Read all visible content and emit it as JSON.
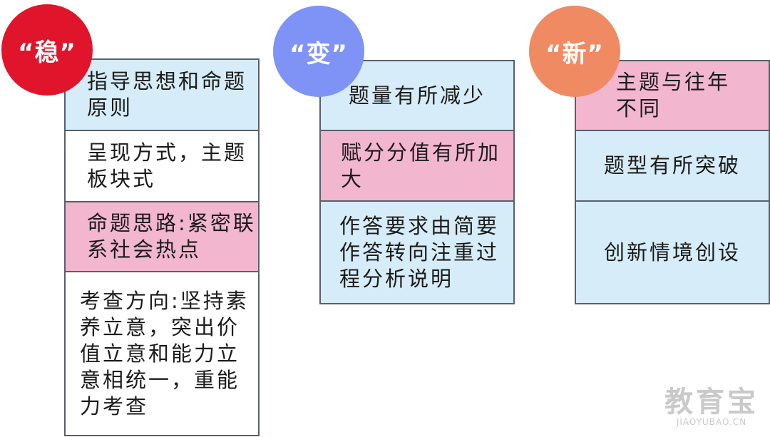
{
  "columns": [
    {
      "badge": "“稳”",
      "badge_color": "#e0142a",
      "cells": [
        "指导思想和命题原则",
        "呈现方式，主题板块式",
        "命题思路:紧密联系社会热点",
        "考查方向:坚持素养立意，突出价值立意和能力立意相统一，重能力考查"
      ]
    },
    {
      "badge": "“变”",
      "badge_color": "#7f93f6",
      "cells": [
        "题量有所减少",
        "赋分分值有所加大",
        "作答要求由简要作答转向注重过程分析说明"
      ]
    },
    {
      "badge": "“新”",
      "badge_color": "#ef8a63",
      "cells": [
        "主题与往年不同",
        "题型有所突破",
        "创新情境创设"
      ]
    }
  ],
  "colors": {
    "blue_cell": "#d6ecf8",
    "pink_cell": "#f3b6cf",
    "white_cell": "#ffffff",
    "border": "#59606b"
  },
  "watermark": {
    "main": "教育宝",
    "sub": "JIAOYUBAO.CN"
  }
}
